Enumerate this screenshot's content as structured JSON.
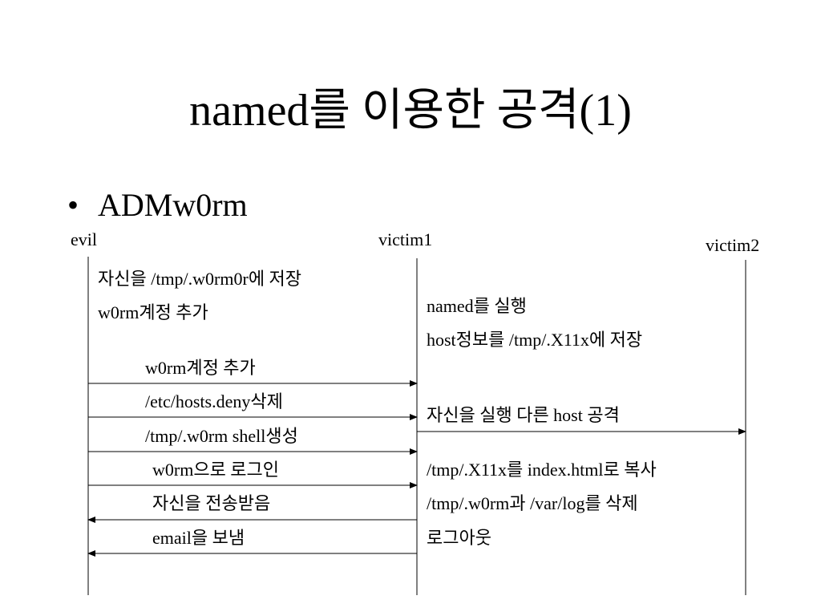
{
  "title": "named를 이용한 공격(1)",
  "bullet": {
    "symbol": "•",
    "text": "ADMw0rm"
  },
  "hosts": {
    "evil": "evil",
    "victim1": "victim1",
    "victim2": "victim2"
  },
  "evil_notes": [
    "자신을 /tmp/.w0rm0r에 저장",
    "w0rm계정 추가"
  ],
  "victim1_notes_top": [
    "named를 실행",
    "host정보를 /tmp/.X11x에 저장"
  ],
  "messages": [
    {
      "label": "w0rm계정 추가",
      "direction": "evil-to-victim1"
    },
    {
      "label": "/etc/hosts.deny삭제",
      "direction": "evil-to-victim1"
    },
    {
      "label": "/tmp/.w0rm shell생성",
      "direction": "evil-to-victim1"
    },
    {
      "label": "w0rm으로 로그인",
      "direction": "evil-to-victim1"
    },
    {
      "label": "자신을 전송받음",
      "direction": "victim1-to-evil"
    },
    {
      "label": "email을 보냄",
      "direction": "victim1-to-evil"
    }
  ],
  "attack_message": {
    "label": "자신을 실행 다른 host 공격",
    "direction": "victim1-to-victim2"
  },
  "victim1_notes_bottom": [
    "/tmp/.X11x를 index.html로 복사",
    "/tmp/.w0rm과 /var/log를 삭제",
    "로그아웃"
  ]
}
